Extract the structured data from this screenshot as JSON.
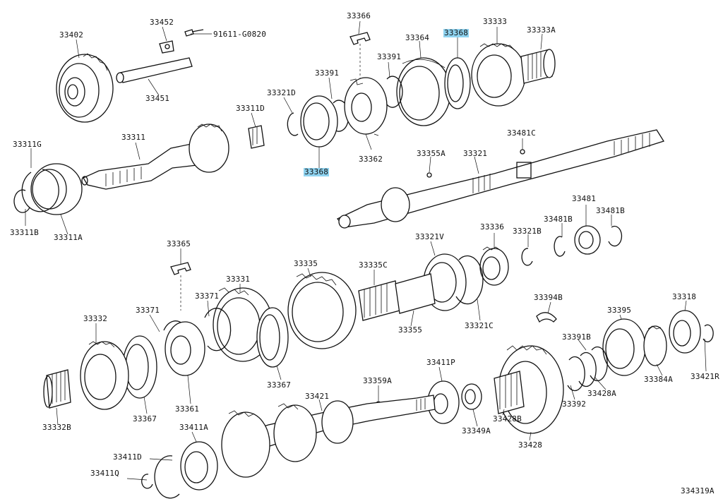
{
  "diagram": {
    "ref_code": "334319A",
    "highlight_color": "#8fd3f0",
    "labels": {
      "l33402": "33402",
      "l33452": "33452",
      "l91611": "91611-G0820",
      "l33451": "33451",
      "l33366": "33366",
      "l33368a": "33368",
      "l33333": "33333",
      "l33333A": "33333A",
      "l33364": "33364",
      "l33391a": "33391",
      "l33391b": "33391",
      "l33321D": "33321D",
      "l33311D": "33311D",
      "l33311G": "33311G",
      "l33311": "33311",
      "l33362": "33362",
      "l33368b": "33368",
      "l33355A": "33355A",
      "l33321": "33321",
      "l33481C": "33481C",
      "l33311B": "33311B",
      "l33311A": "33311A",
      "l33481": "33481",
      "l33481Ba": "33481B",
      "l33481Bb": "33481B",
      "l33365": "33365",
      "l33336": "33336",
      "l33321B": "33321B",
      "l33321V": "33321V",
      "l33335": "33335",
      "l33335C": "33335C",
      "l33331": "33331",
      "l33371a": "33371",
      "l33371b": "33371",
      "l33332": "33332",
      "l33394B": "33394B",
      "l33318": "33318",
      "l33395": "33395",
      "l33355": "33355",
      "l33321C": "33321C",
      "l33391B": "33391B",
      "l33367a": "33367",
      "l33367b": "33367",
      "l33361": "33361",
      "l33411P": "33411P",
      "l33359A": "33359A",
      "l33421": "33421",
      "l33428A": "33428A",
      "l33384A": "33384A",
      "l33421R": "33421R",
      "l33392": "33392",
      "l33332B": "33332B",
      "l33411A": "33411A",
      "l33428B": "33428B",
      "l33349A": "33349A",
      "l33428": "33428",
      "l33411D": "33411D",
      "l33411Q": "33411Q"
    }
  }
}
